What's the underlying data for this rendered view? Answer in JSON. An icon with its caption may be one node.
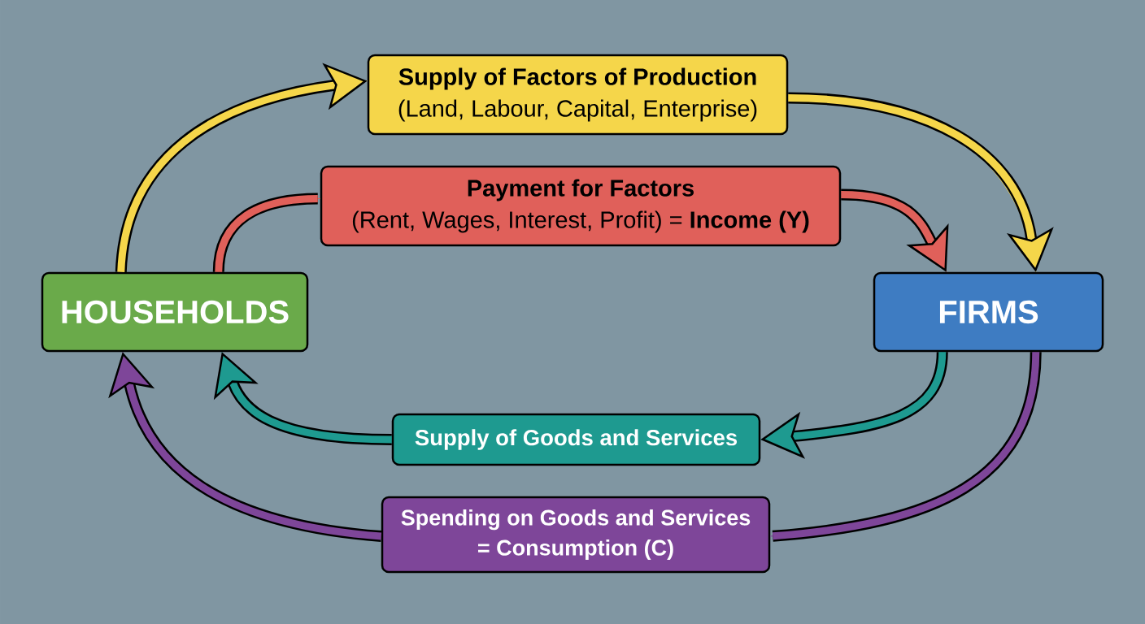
{
  "diagram": {
    "nodes": [
      {
        "text": [
          "Supply of Factors of Production",
          "(Land, Labour, Capital, Enterprise)"
        ]
      },
      {
        "text": [
          "Payment for Factors",
          "(Rent, Wages, Interest, Profit) = **Income (Y)**"
        ]
      },
      {
        "text": [
          "HOUSEHOLDS"
        ]
      },
      {
        "text": [
          "FIRMS"
        ]
      },
      {
        "text": [
          "Supply of Goods and Services"
        ]
      },
      {
        "text": [
          "Spending on Goods and Services = Consumption (C)"
        ]
      }
    ],
    "edges": [
      {
        "from": 2,
        "to": 0,
        "arrow": "to",
        "color": "#f5d64a"
      },
      {
        "from": 0,
        "to": 3,
        "arrow": "to",
        "color": "#f5d64a"
      },
      {
        "from": 2,
        "to": 1,
        "arrow": "none",
        "color": "#e0605a"
      },
      {
        "from": 1,
        "to": 3,
        "arrow": "to",
        "color": "#e0605a"
      },
      {
        "from": 3,
        "to": 4,
        "arrow": "to",
        "color": "#1e9a90"
      },
      {
        "from": 4,
        "to": 2,
        "arrow": "to",
        "color": "#1e9a90"
      },
      {
        "from": 3,
        "to": 5,
        "arrow": "none",
        "color": "#7e4699"
      },
      {
        "from": 5,
        "to": 2,
        "arrow": "to",
        "color": "#7e4699"
      }
    ]
  }
}
